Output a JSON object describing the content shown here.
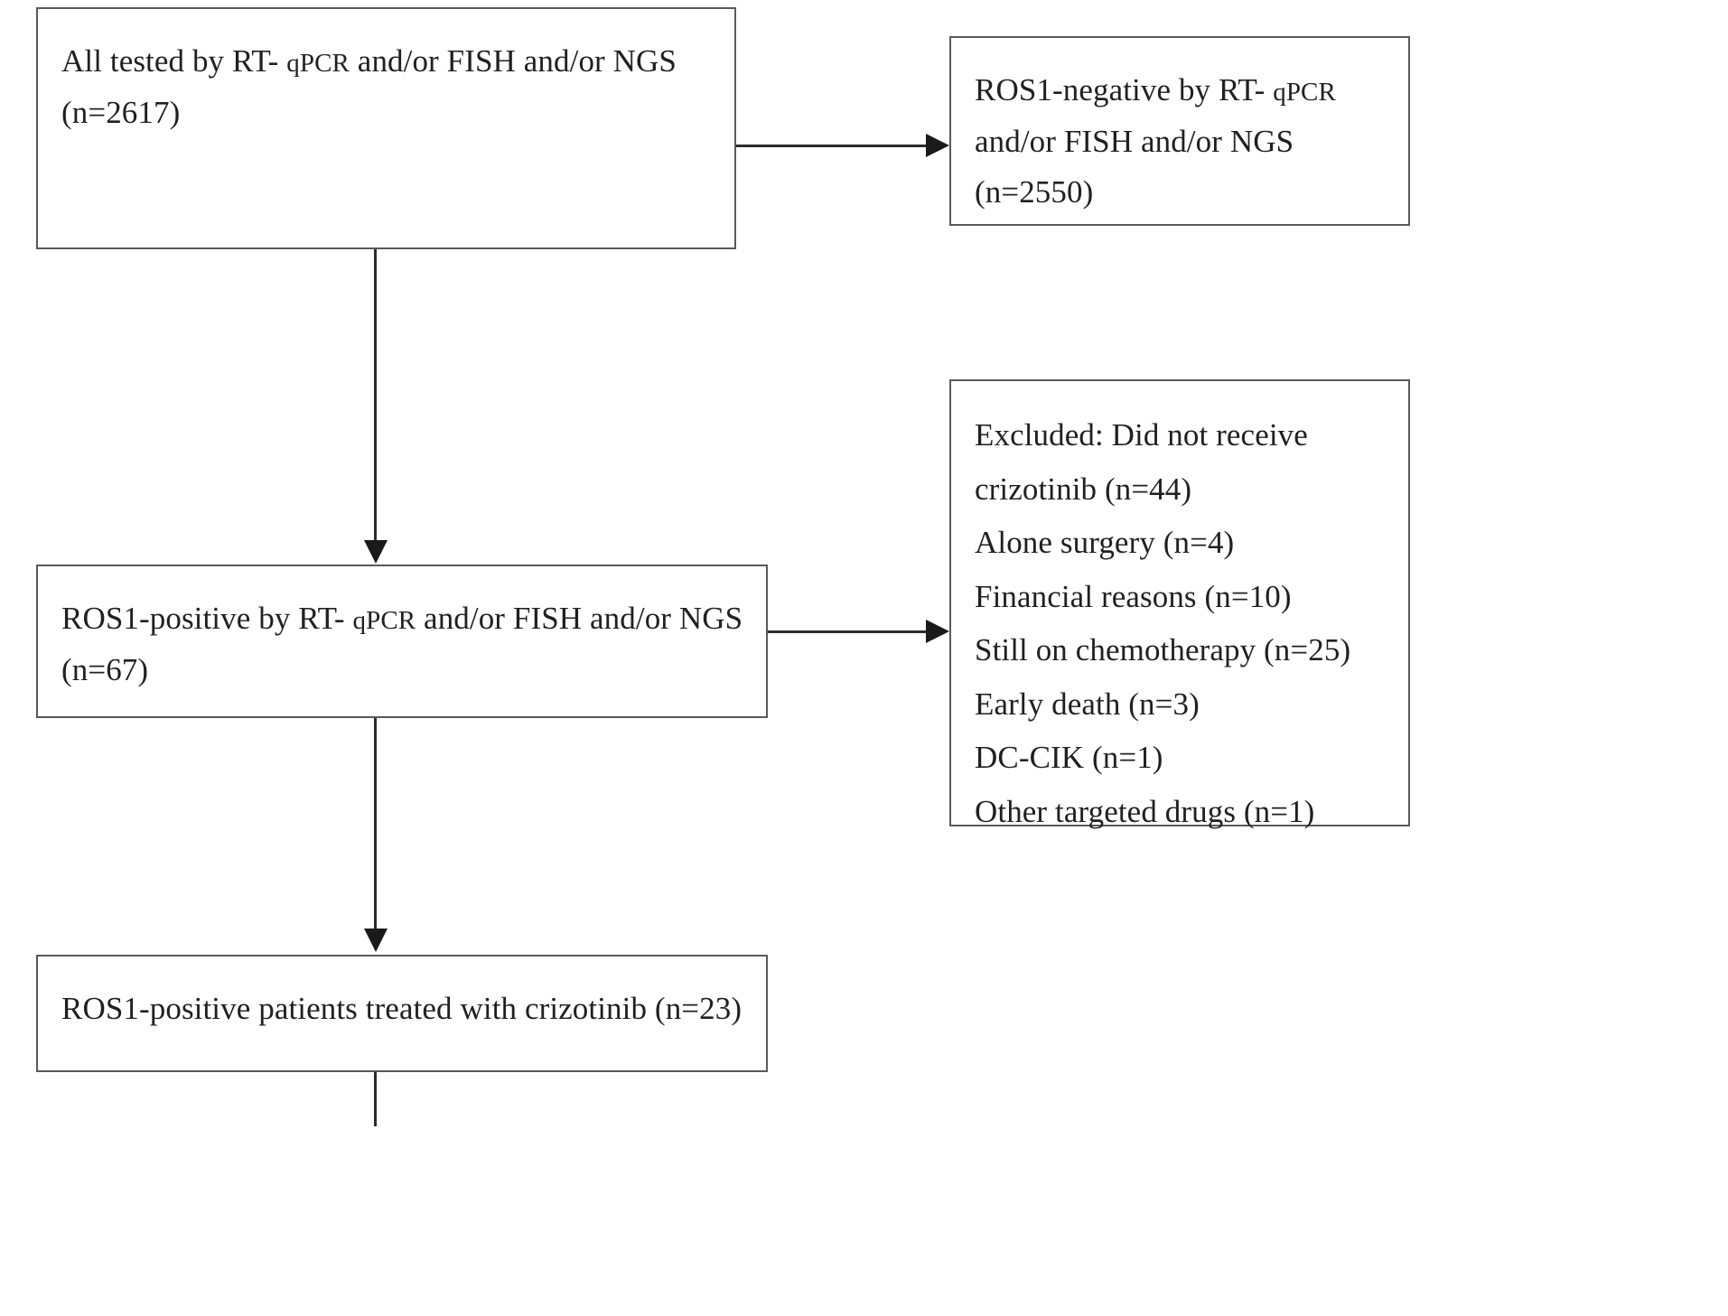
{
  "diagram": {
    "type": "patient-flow-consort",
    "boxes": {
      "all_tested": {
        "lines": [
          "All tested by RT- qPCR and/or FISH and/or NGS",
          "(n=2617)"
        ],
        "label_prefix": "All tested by RT- ",
        "label_small": "qPCR",
        "label_suffix": " and/or FISH and/or NGS",
        "count_line": "(n=2617)",
        "n": 2617
      },
      "ros1_negative": {
        "line1_prefix": "ROS1-negative by RT- ",
        "line1_small": "qPCR",
        "line2": "and/or FISH and/or NGS",
        "count_line": "(n=2550)",
        "n": 2550
      },
      "excluded": {
        "title_line1": "Excluded: Did not receive",
        "title_line2": "crizotinib (n=44)",
        "title_n": 44,
        "reasons": [
          {
            "label": "Alone surgery",
            "text": "Alone surgery (n=4)",
            "n": 4
          },
          {
            "label": "Financial reasons",
            "text": "Financial reasons (n=10)",
            "n": 10
          },
          {
            "label": "Still on chemotherapy",
            "text": "Still on chemotherapy (n=25)",
            "n": 25
          },
          {
            "label": "Early death",
            "text": "Early death (n=3)",
            "n": 3
          },
          {
            "label": "DC-CIK",
            "text": "DC-CIK (n=1)",
            "n": 1
          },
          {
            "label": "Other targeted drugs",
            "text": "Other targeted drugs (n=1)",
            "n": 1
          }
        ]
      },
      "ros1_positive": {
        "line1_prefix": "ROS1-positive by RT- ",
        "line1_small": "qPCR",
        "line1_suffix": " and/or FISH and/or NGS",
        "count_line": "(n=67)",
        "n": 67
      },
      "treated": {
        "line1": "ROS1-positive patients treated with crizotinib (n=23)",
        "n": 23
      }
    },
    "colors": {
      "box_border": "#58595b",
      "connector": "#2b2b2b",
      "text": "#231f20",
      "background": "#ffffff"
    }
  }
}
